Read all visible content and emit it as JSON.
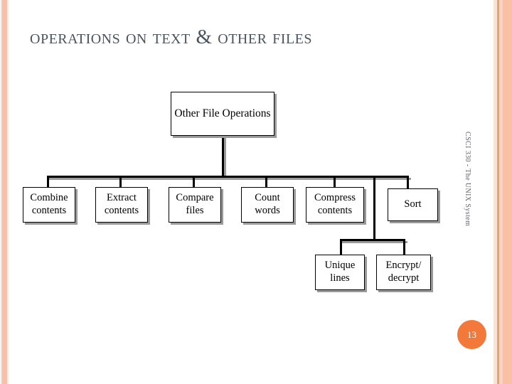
{
  "slide": {
    "title": "Operations on Text & Other Files",
    "sidebar_text": "CSCI 330 - The UNIX System",
    "page_number": "13",
    "accent_color": "#f3793a",
    "stripe_color": "#fac0a6",
    "title_color": "#4a545e"
  },
  "chart_data": {
    "type": "diagram",
    "title": "Other File Operations",
    "root": {
      "label": "Other File Operations"
    },
    "levels": [
      {
        "name": "operations",
        "nodes": [
          {
            "label": "Combine contents",
            "line1": "Combine",
            "line2": "contents"
          },
          {
            "label": "Extract contents",
            "line1": "Extract",
            "line2": "contents"
          },
          {
            "label": "Compare files",
            "line1": "Compare",
            "line2": "files"
          },
          {
            "label": "Count words",
            "line1": "Count",
            "line2": "words"
          },
          {
            "label": "Compress contents",
            "line1": "Compress",
            "line2": "contents"
          },
          {
            "label": "Sort",
            "line1": "Sort",
            "line2": ""
          }
        ]
      },
      {
        "name": "sub-operations",
        "nodes": [
          {
            "label": "Unique lines",
            "line1": "Unique",
            "line2": "lines"
          },
          {
            "label": "Encrypt/decrypt",
            "line1": "Encrypt/",
            "line2": "decrypt"
          }
        ]
      }
    ]
  }
}
